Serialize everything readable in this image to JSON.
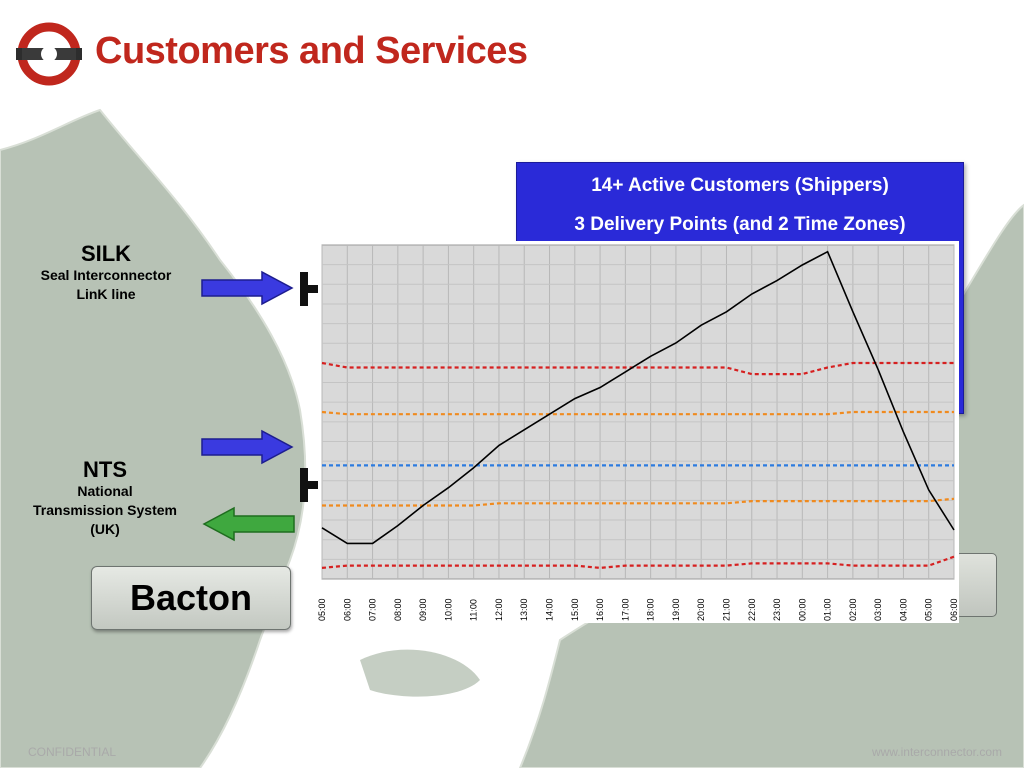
{
  "header": {
    "title": "Customers and Services"
  },
  "info_box": {
    "line1": "14+ Active Customers (Shippers)",
    "line2": "3 Delivery Points (and 2 Time Zones)"
  },
  "silk": {
    "name": "SILK",
    "desc1": "Seal Interconnector",
    "desc2": "LinK line"
  },
  "nts": {
    "name": "NTS",
    "desc1": "National",
    "desc2": "Transmission System",
    "desc3": "(UK)"
  },
  "bacton": {
    "label": "Bacton"
  },
  "footer": {
    "left": "CONFIDENTIAL",
    "right": "www.interconnector.com"
  },
  "colors": {
    "title": "#c0271d",
    "box": "#2a2ad8",
    "arrow_blue": "#3a3ae0",
    "arrow_green": "#3fa83f",
    "map": "#b7c2b5"
  },
  "chart_data": {
    "type": "line",
    "x": [
      "05:00",
      "06:00",
      "07:00",
      "08:00",
      "09:00",
      "10:00",
      "11:00",
      "12:00",
      "13:00",
      "14:00",
      "15:00",
      "16:00",
      "17:00",
      "18:00",
      "19:00",
      "20:00",
      "21:00",
      "22:00",
      "23:00",
      "00:00",
      "01:00",
      "02:00",
      "03:00",
      "04:00",
      "05:00",
      "06:00"
    ],
    "ylim": [
      0,
      100
    ],
    "grid": true,
    "series": [
      {
        "style": "solid",
        "color": "#000000",
        "values": [
          23,
          16,
          16,
          24,
          33,
          41,
          50,
          60,
          67,
          74,
          81,
          86,
          93,
          100,
          106,
          114,
          120,
          128,
          134,
          141,
          147,
          120,
          94,
          66,
          40,
          22
        ]
      },
      {
        "style": "dashed",
        "color": "#d62020",
        "values": [
          97,
          95,
          95,
          95,
          95,
          95,
          95,
          95,
          95,
          95,
          95,
          95,
          95,
          95,
          95,
          95,
          95,
          92,
          92,
          92,
          95,
          97,
          97,
          97,
          97,
          97
        ]
      },
      {
        "style": "dashed",
        "color": "#f08a1e",
        "values": [
          75,
          74,
          74,
          74,
          74,
          74,
          74,
          74,
          74,
          74,
          74,
          74,
          74,
          74,
          74,
          74,
          74,
          74,
          74,
          74,
          74,
          75,
          75,
          75,
          75,
          75
        ]
      },
      {
        "style": "dashed",
        "color": "#2c7be0",
        "values": [
          51,
          51,
          51,
          51,
          51,
          51,
          51,
          51,
          51,
          51,
          51,
          51,
          51,
          51,
          51,
          51,
          51,
          51,
          51,
          51,
          51,
          51,
          51,
          51,
          51,
          51
        ]
      },
      {
        "style": "dashed",
        "color": "#f08a1e",
        "values": [
          33,
          33,
          33,
          33,
          33,
          33,
          33,
          34,
          34,
          34,
          34,
          34,
          34,
          34,
          34,
          34,
          34,
          35,
          35,
          35,
          35,
          35,
          35,
          35,
          35,
          36
        ]
      },
      {
        "style": "dashed",
        "color": "#d62020",
        "values": [
          5,
          6,
          6,
          6,
          6,
          6,
          6,
          6,
          6,
          6,
          6,
          5,
          6,
          6,
          6,
          6,
          6,
          7,
          7,
          7,
          7,
          6,
          6,
          6,
          6,
          10
        ]
      }
    ]
  }
}
